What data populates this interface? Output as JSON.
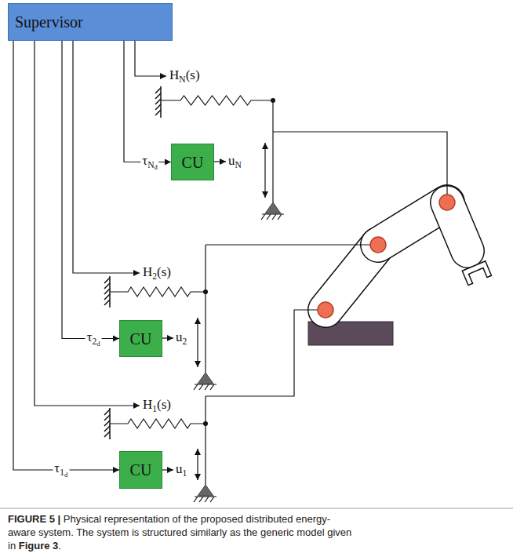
{
  "diagram": {
    "caption": "FIGURE 5 | Physical representation of the proposed distributed energy-aware system. The system is structured similarly as the generic model given in Figure 3.",
    "nodes": [
      {
        "text": [
          "Supervisor"
        ]
      },
      {
        "text": [
          "CU"
        ]
      },
      {
        "text": [
          "CU"
        ]
      },
      {
        "text": [
          "CU"
        ]
      }
    ],
    "edges": [
      {
        "from": 0,
        "to": 1,
        "arrow": "to",
        "label": "τNd"
      },
      {
        "from": 0,
        "to": 2,
        "arrow": "to",
        "label": "τ2d"
      },
      {
        "from": 0,
        "to": 3,
        "arrow": "to",
        "label": "τ1d"
      }
    ],
    "labels": [
      "HN(s)",
      "H2(s)",
      "H1(s)",
      "uN",
      "u2",
      "u1"
    ]
  }
}
